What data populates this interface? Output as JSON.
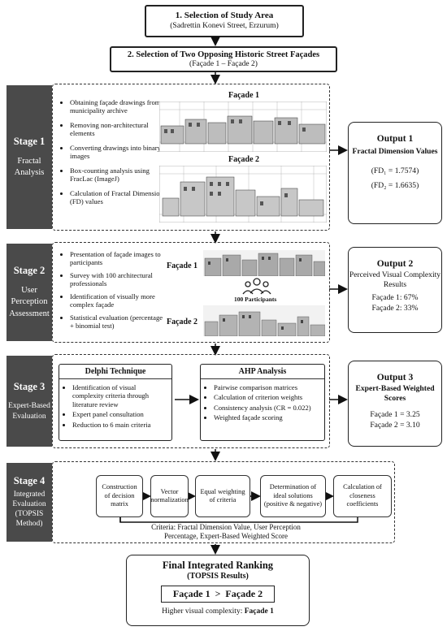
{
  "box1": {
    "title": "1. Selection of Study Area",
    "subtitle": "(Sadrettin Konevi Street, Erzurum)"
  },
  "box2": {
    "title": "2. Selection of Two Opposing Historic Street Façades",
    "subtitle": "(Façade 1 – Façade 2)"
  },
  "stage1": {
    "label": "Stage 1",
    "sub": "Fractal Analysis",
    "bullets": [
      "Obtaining façade drawings from municipality archive",
      "Removing non-architectural elements",
      "Converting drawings into binary images",
      "Box-counting analysis using FracLac (ImageJ)",
      "Calculation of Fractal Dimension (FD) values"
    ],
    "facade1_label": "Façade 1",
    "facade2_label": "Façade 2",
    "output": {
      "title": "Output 1",
      "subtitle": "Fractal Dimension Values",
      "line1": "(FD₁ = 1.7574)",
      "line2": "(FD₂ = 1.6635)"
    }
  },
  "stage2": {
    "label": "Stage 2",
    "sub": "User Perception Assessment",
    "bullets": [
      "Presentation of façade images to participants",
      "Survey with 100 architectural professionals",
      "Identification of visually more complex façade",
      "Statistical evaluation (percentage + binomial test)"
    ],
    "facade1_label": "Façade 1",
    "facade2_label": "Façade 2",
    "participants": "100 Participants",
    "output": {
      "title": "Output 2",
      "subtitle": "Perceived Visual Complexity Results",
      "line1": "Façade 1: 67%",
      "line2": "Façade 2: 33%"
    }
  },
  "stage3": {
    "label": "Stage 3",
    "sub": "Expert-Based Evaluation",
    "delphi": {
      "title": "Delphi Technique",
      "bullets": [
        "Identification of visual complexity criteria through literature review",
        "Expert panel consultation",
        "Reduction to 6 main criteria"
      ]
    },
    "ahp": {
      "title": "AHP Analysis",
      "bullets": [
        "Pairwise comparison matrices",
        "Calculation of criterion weights",
        "Consistency analysis (CR = 0.022)",
        "Weighted façade scoring"
      ]
    },
    "output": {
      "title": "Output 3",
      "subtitle": "Expert-Based Weighted Scores",
      "line1": "Façade 1 = 3.25",
      "line2": "Façade 2 = 3.10"
    }
  },
  "stage4": {
    "label": "Stage 4",
    "sub": "Integrated Evaluation (TOPSIS Method)",
    "steps": [
      "Construction of decision matrix",
      "Vector normalization",
      "Equal weighting of criteria",
      "Determination of ideal solutions (positive & negative)",
      "Calculation of closeness coefficients"
    ],
    "criteria": "Criteria: Fractal Dimension Value, User Perception Percentage, Expert-Based Weighted Score"
  },
  "final": {
    "title": "Final Integrated Ranking",
    "subtitle": "(TOPSIS Results)",
    "ranking": "Façade 1  >  Façade 2",
    "note_prefix": "Higher visual complexity: ",
    "note_value": "Façade 1"
  }
}
